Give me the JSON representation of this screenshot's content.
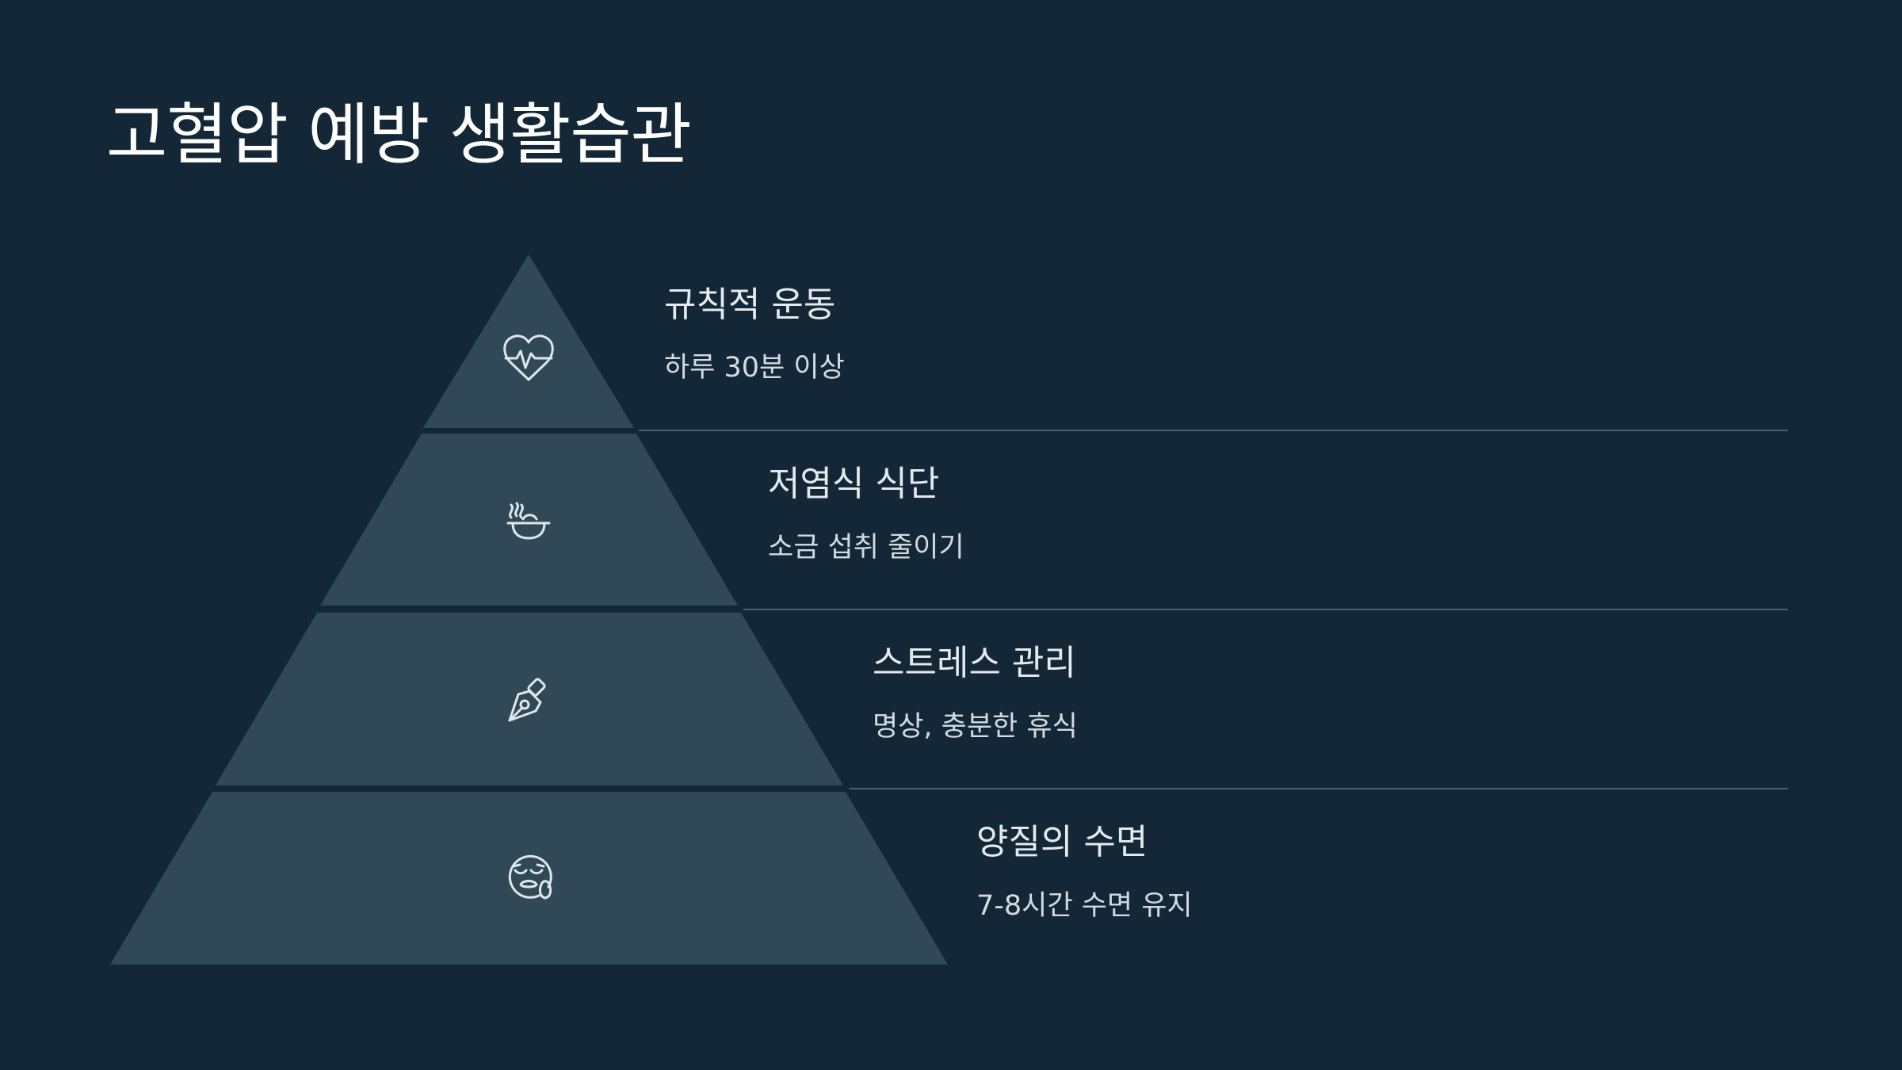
{
  "title": "고혈압 예방 생활습관",
  "colors": {
    "background": "#132737",
    "pyramid_fill": "#314957",
    "icon": "#dfe6ec",
    "divider": "#4b5f6d",
    "title_text": "#ffffff"
  },
  "levels": [
    {
      "title": "규칙적 운동",
      "description": "하루 30분 이상",
      "icon": "heart-pulse-icon"
    },
    {
      "title": "저염식 식단",
      "description": "소금 섭취 줄이기",
      "icon": "steaming-bowl-icon"
    },
    {
      "title": "스트레스 관리",
      "description": "명상, 충분한 휴식",
      "icon": "pen-nib-icon"
    },
    {
      "title": "양질의 수면",
      "description": "7-8시간 수면 유지",
      "icon": "sleeping-face-icon"
    }
  ]
}
